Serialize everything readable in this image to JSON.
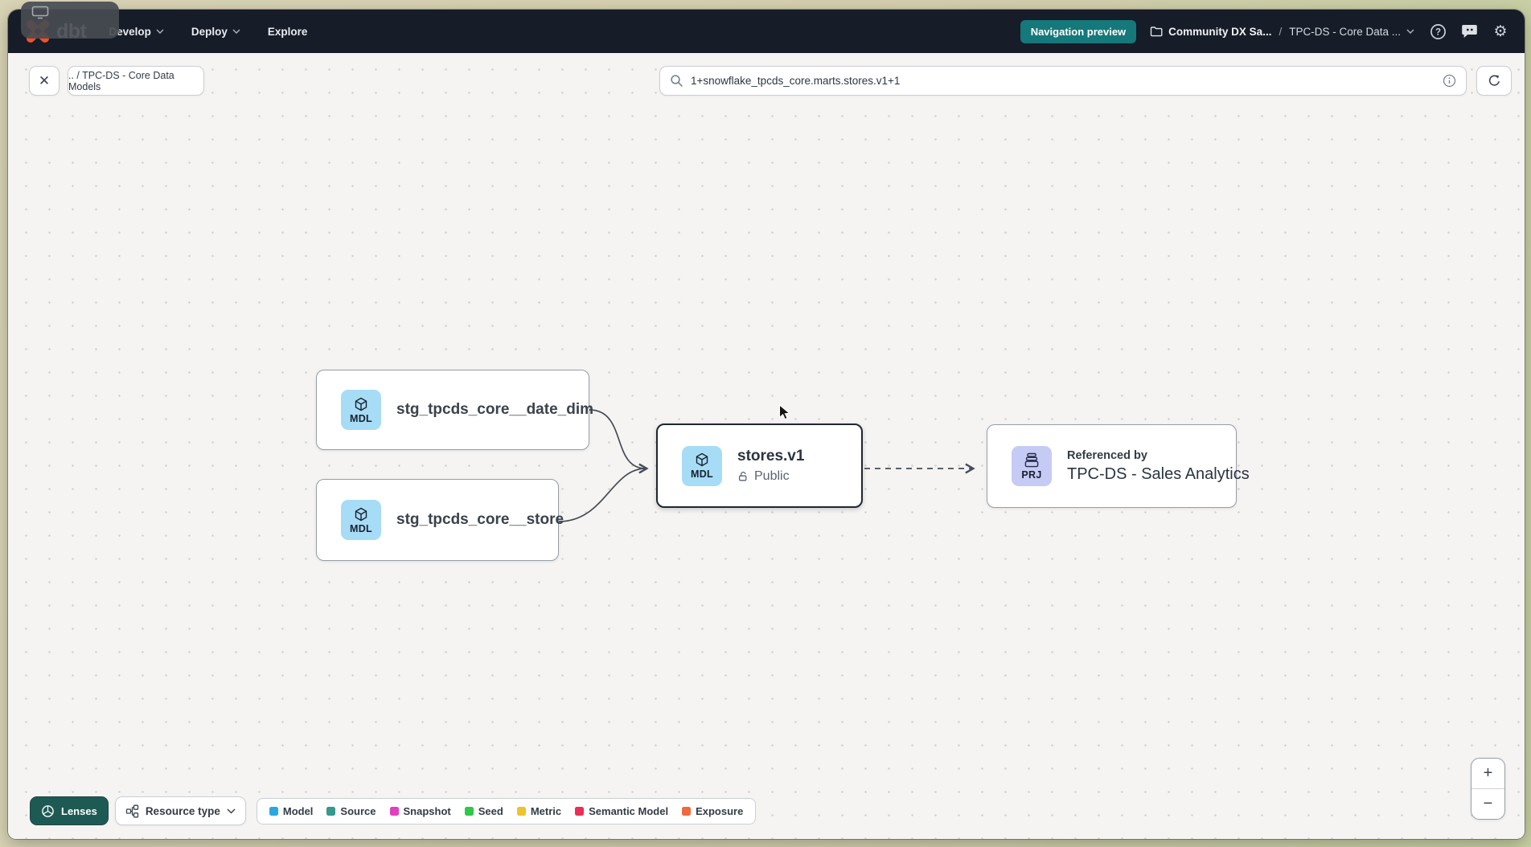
{
  "nav": {
    "logo": "dbt",
    "menu": [
      {
        "label": "Develop"
      },
      {
        "label": "Deploy"
      },
      {
        "label": "Explore"
      }
    ],
    "preview_badge": "Navigation preview",
    "account": "Community DX Sa...",
    "separator": "/",
    "project": "TPC-DS - Core Data ..."
  },
  "toolbar": {
    "close": "✕",
    "breadcrumb": ".. / TPC-DS - Core Data Models",
    "search_value": "1+snowflake_tpcds_core.marts.stores.v1+1"
  },
  "graph": {
    "nodes": [
      {
        "badge": "MDL",
        "label": "stg_tpcds_core__date_dim",
        "type": "model"
      },
      {
        "badge": "MDL",
        "label": "stg_tpcds_core__store",
        "type": "model"
      },
      {
        "badge": "MDL",
        "label": "stores.v1",
        "access": "Public",
        "type": "model",
        "selected": true
      },
      {
        "badge": "PRJ",
        "kicker": "Referenced by",
        "label": "TPC-DS - Sales Analytics",
        "type": "project"
      }
    ]
  },
  "footer": {
    "lenses": "Lenses",
    "resource_type": "Resource type",
    "legend": [
      {
        "label": "Model",
        "color": "#29a8e0"
      },
      {
        "label": "Source",
        "color": "#35998d"
      },
      {
        "label": "Snapshot",
        "color": "#e13fbe"
      },
      {
        "label": "Seed",
        "color": "#30c74a"
      },
      {
        "label": "Metric",
        "color": "#eec42d"
      },
      {
        "label": "Semantic Model",
        "color": "#eb2e56"
      },
      {
        "label": "Exposure",
        "color": "#ed6b3d"
      }
    ],
    "zoom_in": "+",
    "zoom_out": "−"
  },
  "icons": {
    "gear": "⚙"
  },
  "colors": {
    "nav_bg": "#161c28",
    "preview_badge_bg": "#15787a",
    "model_badge_bg": "#a7dcf6",
    "project_badge_bg": "#c6cbf5",
    "lenses_bg": "#1e5a54",
    "canvas_bg": "#f5f4f2",
    "selected_border": "#1f2733",
    "logo_orange": "#ff4f1f"
  }
}
